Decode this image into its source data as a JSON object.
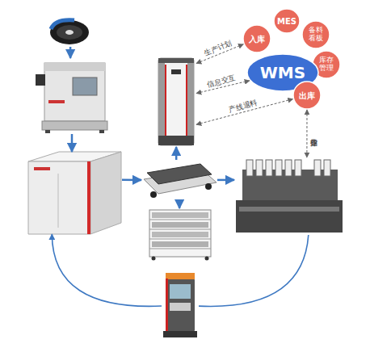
{
  "diagram": {
    "nodes": [
      {
        "text": []
      },
      {
        "text": []
      },
      {
        "text": []
      },
      {
        "text": []
      },
      {
        "text": []
      },
      {
        "text": []
      },
      {
        "text": []
      },
      {
        "text": []
      },
      {
        "text": [
          "WMS"
        ]
      },
      {
        "text": [
          "入库"
        ]
      },
      {
        "text": [
          "MES"
        ]
      },
      {
        "text": [
          "备料看板"
        ]
      },
      {
        "text": [
          "库存管理"
        ]
      },
      {
        "text": [
          "出库"
        ]
      }
    ],
    "edges": [
      {
        "from": 0,
        "to": 1,
        "arrow": "to"
      },
      {
        "from": 1,
        "to": 2,
        "arrow": "to"
      },
      {
        "from": 2,
        "to": 4,
        "arrow": "to"
      },
      {
        "from": 4,
        "to": 3,
        "arrow": "to"
      },
      {
        "from": 4,
        "to": 5,
        "arrow": "to"
      },
      {
        "from": 4,
        "to": 6,
        "arrow": "to"
      },
      {
        "from": 6,
        "to": 7,
        "arrow": "none"
      },
      {
        "from": 7,
        "to": 2,
        "arrow": "to"
      },
      {
        "from": 3,
        "to": 9,
        "label": "生产计划",
        "arrow": "both"
      },
      {
        "from": 3,
        "to": 8,
        "label": "信息交互",
        "arrow": "both"
      },
      {
        "from": 3,
        "to": 13,
        "label": "产线退料",
        "arrow": "both"
      },
      {
        "from": 13,
        "to": 6,
        "label": "作业指导",
        "arrow": "both"
      }
    ]
  }
}
